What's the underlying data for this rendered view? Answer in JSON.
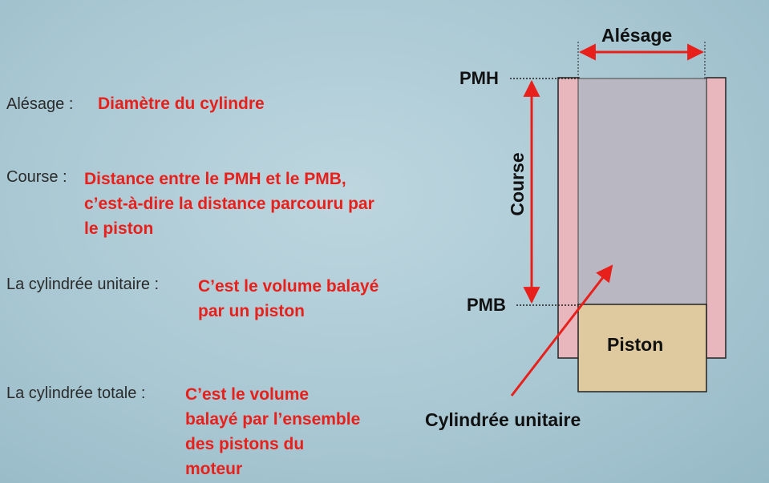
{
  "definitions": [
    {
      "term": "Alésage :",
      "definition": "Diamètre du cylindre"
    },
    {
      "term": "Course :",
      "definition": "Distance entre le  PMH et le PMB,\nc’est-à-dire la distance parcouru par\nle piston"
    },
    {
      "term": "La cylindrée unitaire :",
      "definition": "C’est le volume balayé\npar un piston"
    },
    {
      "term": "La cylindrée totale :",
      "definition": "C’est le volume\nbalayé par l’ensemble\ndes pistons du\nmoteur"
    }
  ],
  "diagram": {
    "alesage_label": "Alésage",
    "pmh_label": "PMH",
    "pmb_label": "PMB",
    "course_label": "Course",
    "piston_label": "Piston",
    "cylindree_label": "Cylindrée unitaire",
    "colors": {
      "arrow": "#e8201c",
      "cylinder_wall": "#e7b7bd",
      "swept_volume": "#b9b8c2",
      "piston": "#dfcaa0"
    }
  }
}
